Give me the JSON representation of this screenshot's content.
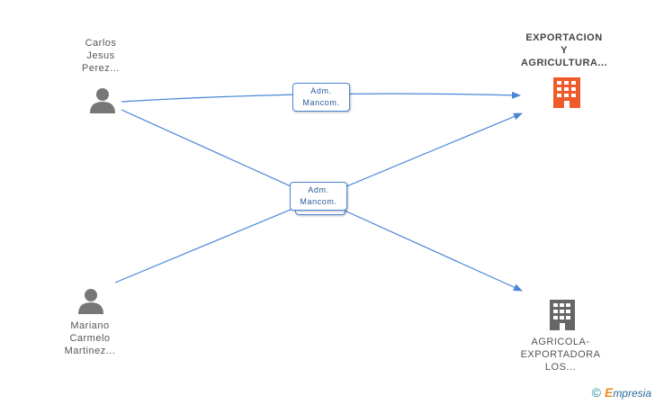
{
  "nodes": {
    "person1": {
      "lines": [
        "Carlos",
        "Jesus",
        "Perez..."
      ]
    },
    "person2": {
      "lines": [
        "Mariano",
        "Carmelo",
        "Martinez..."
      ]
    },
    "company1": {
      "lines": [
        "EXPORTACION",
        "Y",
        "AGRICULTURA..."
      ],
      "icon": "building-icon",
      "color": "#f05a28"
    },
    "company2": {
      "lines": [
        "AGRICOLA-",
        "EXPORTADORA",
        "LOS..."
      ],
      "icon": "building-icon",
      "color": "#666666"
    }
  },
  "edges": {
    "role1": {
      "lines": [
        "Adm.",
        "Mancom."
      ]
    },
    "role2": {
      "lines": [
        "Adm.",
        "Mancom."
      ]
    }
  },
  "colors": {
    "edge": "#4a86d6",
    "person": "#777777"
  },
  "watermark": {
    "symbol": "©",
    "brand_initial": "E",
    "brand_rest": "mpresia"
  }
}
